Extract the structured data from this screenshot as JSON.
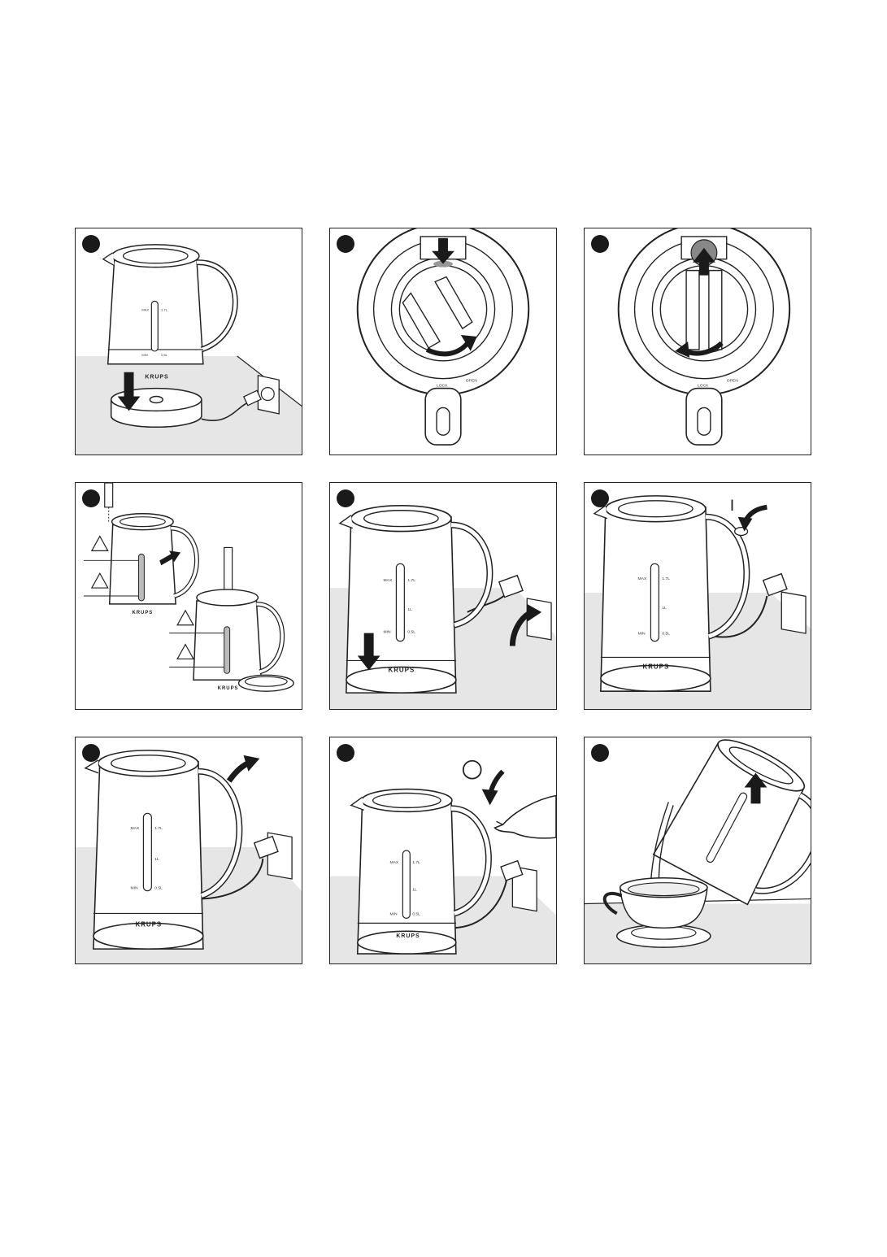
{
  "brand": "KRUPS",
  "switch_on_symbol": "I",
  "switch_off_symbol": "O",
  "lid_lock_label": "LOCK",
  "lid_open_label": "OPEN",
  "scale": {
    "max": "MAX",
    "min": "MIN",
    "l17": "1.7L",
    "l1": "1L",
    "l05": "0.5L"
  },
  "steps": [
    {
      "id": "1",
      "icon": "step-number-dot"
    },
    {
      "id": "2",
      "icon": "step-number-dot"
    },
    {
      "id": "3",
      "icon": "step-number-dot"
    },
    {
      "id": "4",
      "icon": "step-number-dot"
    },
    {
      "id": "5",
      "icon": "step-number-dot"
    },
    {
      "id": "6",
      "icon": "step-number-dot"
    },
    {
      "id": "7",
      "icon": "step-number-dot"
    },
    {
      "id": "8",
      "icon": "step-number-dot"
    },
    {
      "id": "9",
      "icon": "step-number-dot"
    }
  ],
  "colors": {
    "line": "#222222",
    "floor": "#e6e6e6",
    "arrow": "#1a1a1a"
  }
}
